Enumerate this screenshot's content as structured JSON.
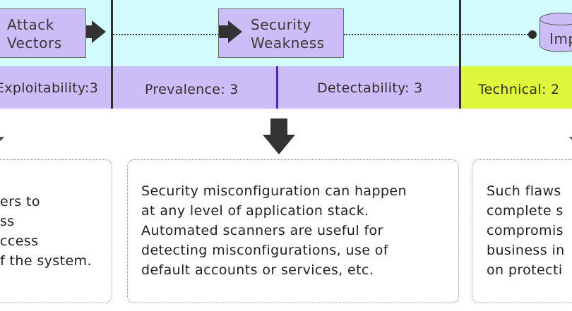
{
  "flow": {
    "attack_vectors": [
      "Attack",
      "Vectors"
    ],
    "security_weakness": [
      "Security",
      "Weakness"
    ],
    "impact_partial": "Imp"
  },
  "metrics": {
    "exploitability": "Exploitability:3",
    "prevalence": "Prevalence: 3",
    "detectability": "Detectability: 3",
    "technical": "Technical: 2"
  },
  "panels": {
    "left": [
      "ers to",
      "ss",
      "ccess",
      "f the system."
    ],
    "center": [
      "Security misconfiguration can happen",
      "at any level of application stack.",
      "Automated scanners are useful for",
      "detecting misconfigurations, use of",
      "default accounts or services, etc."
    ],
    "right": [
      "Such flaws",
      "complete s",
      "compromis",
      "business in",
      "on protecti"
    ]
  },
  "colors": {
    "top_band": "#d2fbfd",
    "box_fill": "#cbbdf7",
    "technical_fill": "#ddf73b",
    "separator_purple": "#4b2bb3"
  }
}
